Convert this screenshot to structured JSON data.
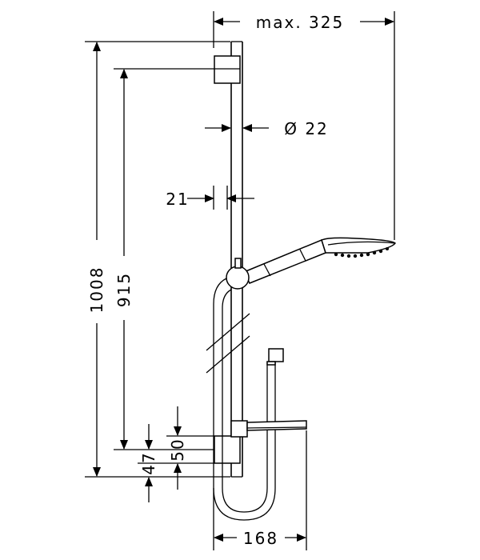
{
  "diagram": {
    "dimensions": {
      "max_width": "max. 325",
      "rail_diameter": "Ø 22",
      "wall_offset": "21",
      "total_height": "1008",
      "mount_distance": "915",
      "lower_47": "47",
      "lower_50": "50",
      "bottom_width": "168"
    }
  }
}
